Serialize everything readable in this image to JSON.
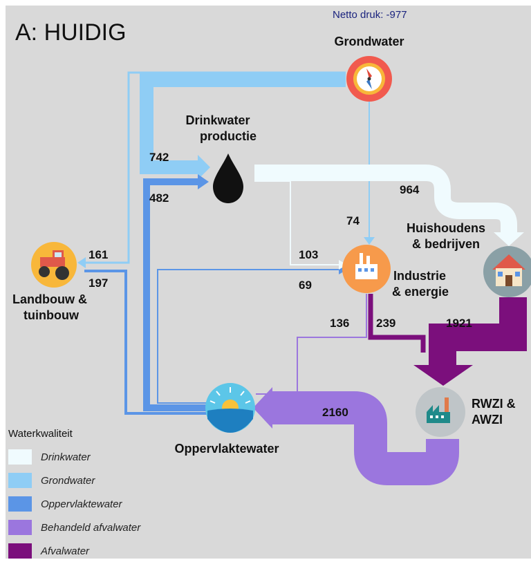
{
  "title": "A: HUIDIG",
  "netto_druk": "Netto druk: -977",
  "nodes": {
    "grondwater": "Grondwater",
    "drinkwater_1": "Drinkwater",
    "drinkwater_2": "productie",
    "huishoudens_1": "Huishoudens",
    "huishoudens_2": "& bedrijven",
    "industrie_1": "Industrie",
    "industrie_2": "& energie",
    "landbouw_1": "Landbouw &",
    "landbouw_2": "tuinbouw",
    "rwzi_1": "RWZI &",
    "rwzi_2": "AWZI",
    "oppervlaktewater": "Oppervlaktewater"
  },
  "flows": {
    "f742": "742",
    "f482": "482",
    "f964": "964",
    "f74": "74",
    "f103": "103",
    "f69": "69",
    "f161": "161",
    "f197": "197",
    "f136": "136",
    "f239": "239",
    "f1921": "1921",
    "f2160": "2160"
  },
  "legend": {
    "title": "Waterkwaliteit",
    "items": [
      {
        "label": "Drinkwater",
        "color": "#f0fbfe"
      },
      {
        "label": "Grondwater",
        "color": "#8fcdf5"
      },
      {
        "label": "Oppervlaktewater",
        "color": "#5b95e6"
      },
      {
        "label": "Behandeld afvalwater",
        "color": "#9b76de"
      },
      {
        "label": "Afvalwater",
        "color": "#7b0f7c"
      }
    ]
  },
  "colors": {
    "background": "#d9d9d9",
    "drinkwater": "#f0fbfe",
    "grondwater": "#8fcdf5",
    "oppervlaktewater": "#5b95e6",
    "behandeld": "#9b76de",
    "afvalwater": "#7b0f7c"
  },
  "icons": {
    "grondwater": "compass-icon",
    "drinkwater": "water-drop-icon",
    "huishoudens": "house-icon",
    "industrie": "factory-icon",
    "landbouw": "tractor-icon",
    "rwzi": "treatment-plant-icon",
    "oppervlaktewater": "sunset-sea-icon"
  }
}
